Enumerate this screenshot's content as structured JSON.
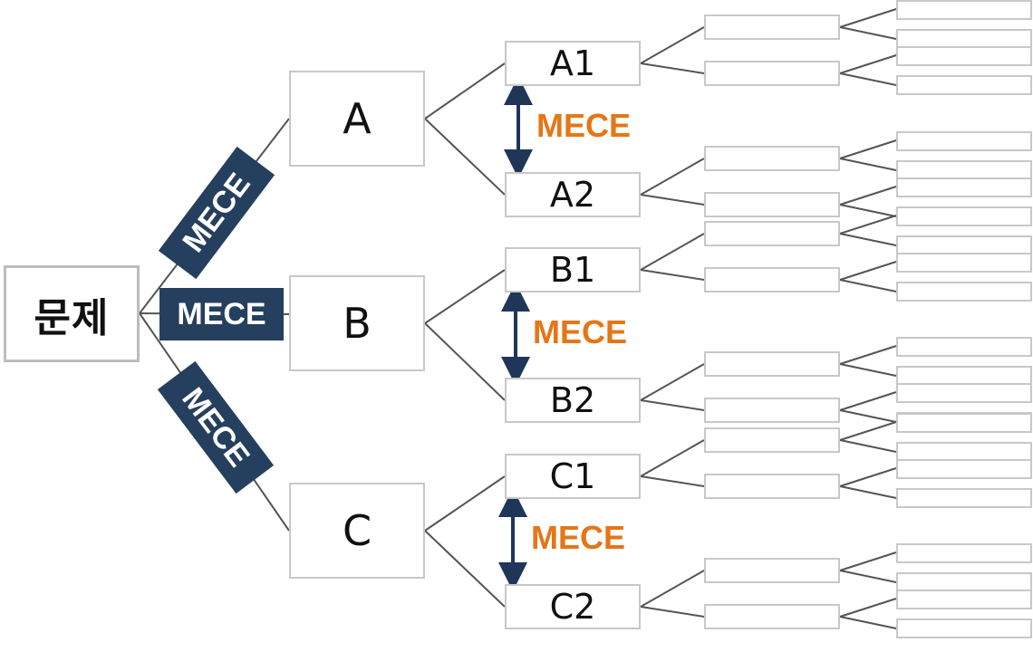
{
  "root": {
    "label": "문제"
  },
  "tags": {
    "mece": "MECE"
  },
  "level1": [
    {
      "label": "A"
    },
    {
      "label": "B"
    },
    {
      "label": "C"
    }
  ],
  "level2": [
    {
      "label": "A1"
    },
    {
      "label": "A2"
    },
    {
      "label": "B1"
    },
    {
      "label": "B2"
    },
    {
      "label": "C1"
    },
    {
      "label": "C2"
    }
  ],
  "colors": {
    "tag_background": "#253f5e",
    "tag_text": "#ffffff",
    "mece_accent": "#e57617",
    "arrow": "#1f3658",
    "box_border": "#c8c8c8",
    "connector": "#555555"
  }
}
